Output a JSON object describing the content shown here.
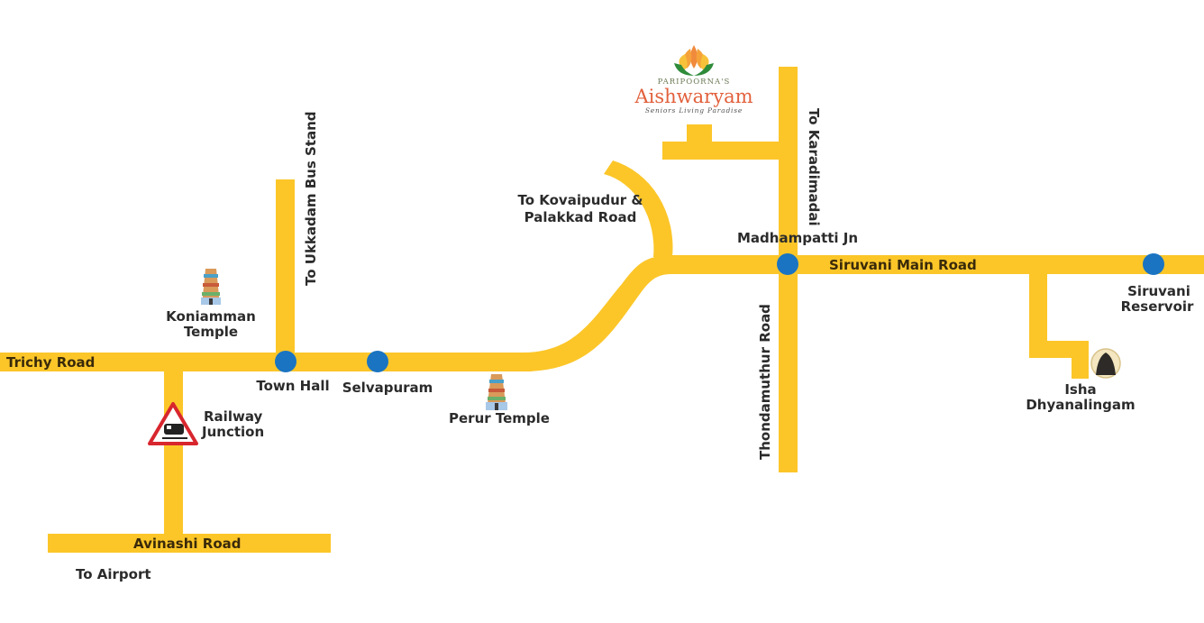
{
  "brand": {
    "prefix": "PARIPOORNA'S",
    "name": "Aishwaryam",
    "tagline": "Seniors Living Paradise"
  },
  "roads": {
    "trichy": "Trichy Road",
    "avinashi": "Avinashi Road",
    "siruvani_main": "Siruvani Main Road",
    "thondamuthur": "Thondamuthur Road",
    "karadimadai": "To Karadimadai",
    "ukkadam": "To Ukkadam Bus Stand",
    "kovaipudur_line1": "To Kovaipudur &",
    "kovaipudur_line2": "Palakkad Road",
    "airport": "To Airport"
  },
  "places": {
    "town_hall": "Town Hall",
    "selvapuram": "Selvapuram",
    "madhampatti": "Madhampatti Jn",
    "koniamman_line1": "Koniamman",
    "koniamman_line2": "Temple",
    "perur": "Perur Temple",
    "railway_line1": "Railway",
    "railway_line2": "Junction",
    "siruvani_res_line1": "Siruvani",
    "siruvani_res_line2": "Reservoir",
    "isha_line1": "Isha",
    "isha_line2": "Dhyanalingam"
  },
  "colors": {
    "road": "#fcc629",
    "junction": "#1a74c2",
    "logo_bg": "#e4e5e7",
    "brand_orange": "#e2603c"
  }
}
